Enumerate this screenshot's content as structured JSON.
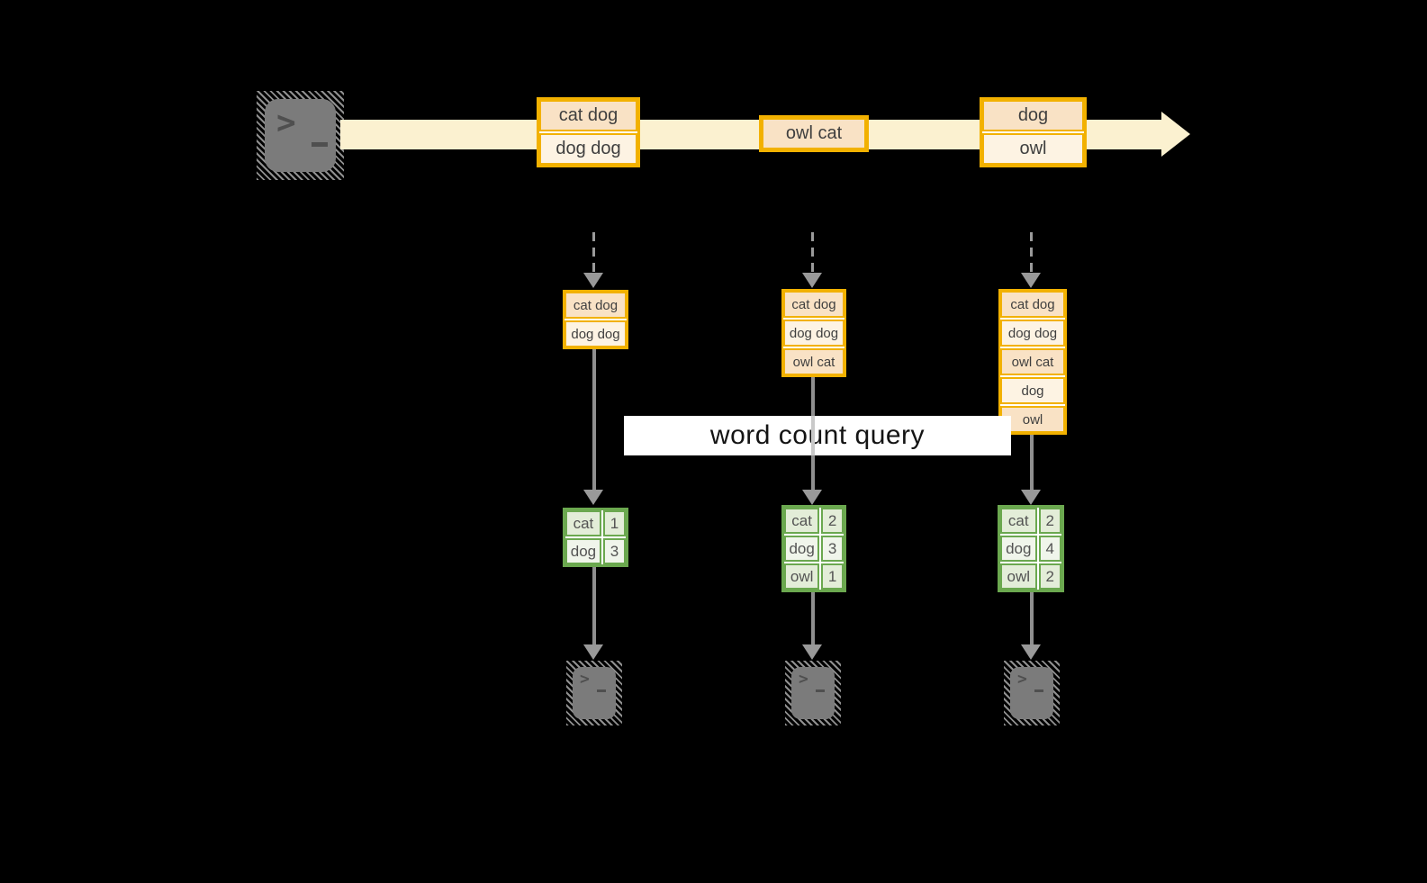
{
  "label": {
    "text": "word count query"
  },
  "terminal": {
    "chevron": ">"
  },
  "stream": {
    "batches": [
      {
        "lines": [
          "cat dog",
          "dog dog"
        ]
      },
      {
        "lines": [
          "owl cat"
        ]
      },
      {
        "lines": [
          "dog",
          "owl"
        ]
      }
    ]
  },
  "columns": [
    {
      "state": [
        "cat dog",
        "dog dog"
      ],
      "counts": [
        [
          "cat",
          "1"
        ],
        [
          "dog",
          "3"
        ]
      ]
    },
    {
      "state": [
        "cat dog",
        "dog dog",
        "owl cat"
      ],
      "counts": [
        [
          "cat",
          "2"
        ],
        [
          "dog",
          "3"
        ],
        [
          "owl",
          "1"
        ]
      ]
    },
    {
      "state": [
        "cat dog",
        "dog dog",
        "owl cat",
        "dog",
        "owl"
      ],
      "counts": [
        [
          "cat",
          "2"
        ],
        [
          "dog",
          "4"
        ],
        [
          "owl",
          "2"
        ]
      ]
    }
  ],
  "colors": {
    "gold_border": "#F2B100",
    "peach_dark": "#F9E2C5",
    "peach_light": "#FDF3E3",
    "stream_bar": "#FBF1D0",
    "green_border": "#6BA84F",
    "green_fill_dark": "#E3EDD8",
    "green_fill_light": "#F0F5EB",
    "gray_connector": "#8F8F8F",
    "terminal_gray": "#7B7B7B",
    "label_background": "#FFFFFF",
    "background": "#000000"
  }
}
